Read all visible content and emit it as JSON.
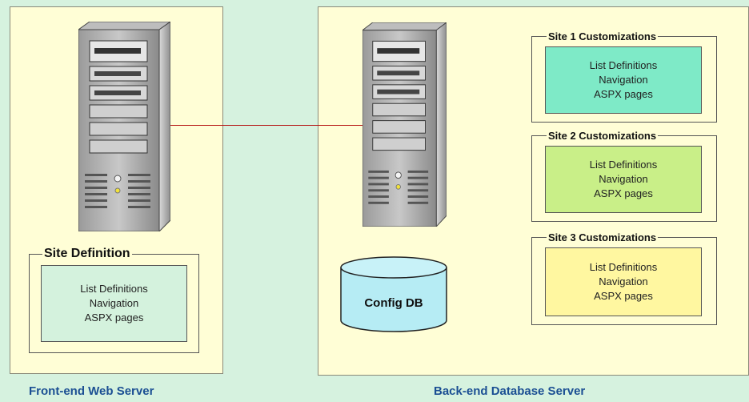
{
  "front_end": {
    "caption": "Front-end Web Server",
    "site_definition": {
      "title": "Site Definition",
      "items": [
        "List Definitions",
        "Navigation",
        "ASPX pages"
      ]
    }
  },
  "back_end": {
    "caption": "Back-end Database Server",
    "config_db": "Config DB",
    "customizations": [
      {
        "title": "Site 1 Customizations",
        "items": [
          "List Definitions",
          "Navigation",
          "ASPX pages"
        ],
        "color": "#7eeac7"
      },
      {
        "title": "Site 2 Customizations",
        "items": [
          "List Definitions",
          "Navigation",
          "ASPX pages"
        ],
        "color": "#c9ef88"
      },
      {
        "title": "Site 3 Customizations",
        "items": [
          "List Definitions",
          "Navigation",
          "ASPX pages"
        ],
        "color": "#fff7a0"
      }
    ]
  },
  "colors": {
    "background": "#d6f2df",
    "panel": "#fffed6",
    "caption": "#1b4f93",
    "connector": "#b51212",
    "database": "#b6ecf4"
  },
  "icons": {
    "server": "tower-server-icon",
    "database": "database-cylinder-icon"
  }
}
